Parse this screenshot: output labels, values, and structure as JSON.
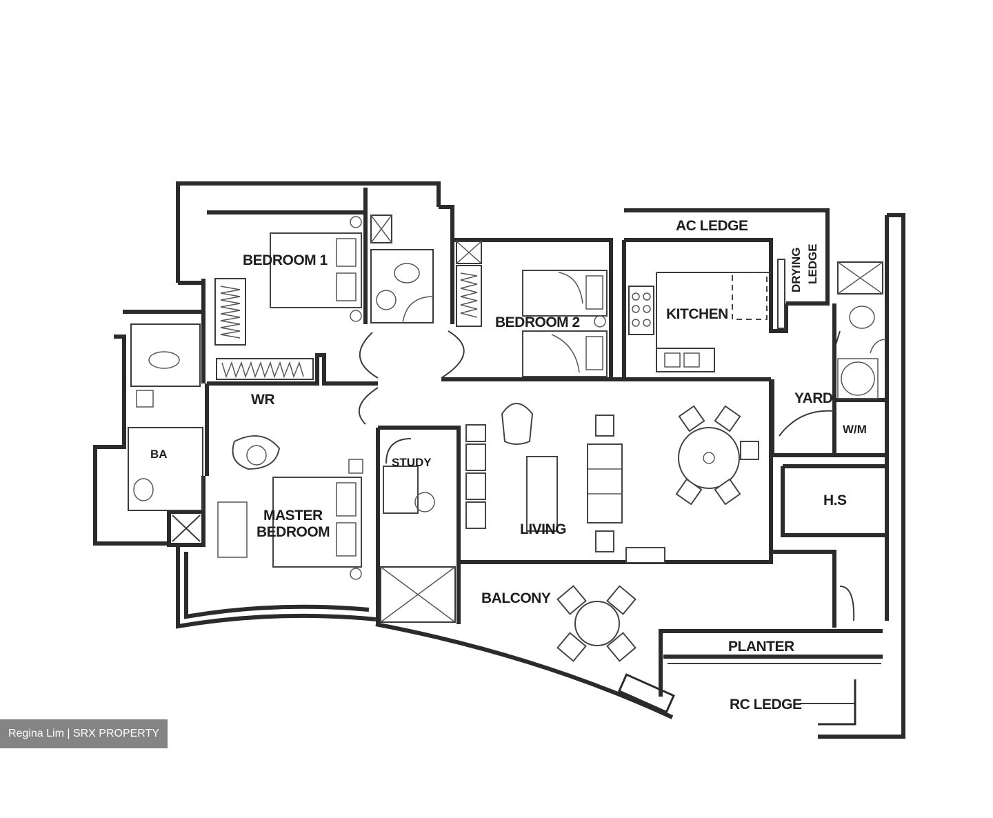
{
  "rooms": {
    "bedroom1": "BEDROOM 1",
    "bedroom2": "BEDROOM 2",
    "kitchen": "KITCHEN",
    "ac_ledge": "AC LEDGE",
    "drying_ledge_line1": "DRYING",
    "drying_ledge_line2": "LEDGE",
    "wr": "WR",
    "yard": "YARD",
    "master_line1": "MASTER",
    "master_line2": "BEDROOM",
    "living": "LIVING",
    "hs": "H.S",
    "balcony": "BALCONY",
    "planter": "PLANTER",
    "rc_ledge": "RC LEDGE",
    "bath": "BA",
    "study": "STUDY",
    "wm": "W/M"
  },
  "watermark": "Regina Lim | SRX PROPERTY"
}
